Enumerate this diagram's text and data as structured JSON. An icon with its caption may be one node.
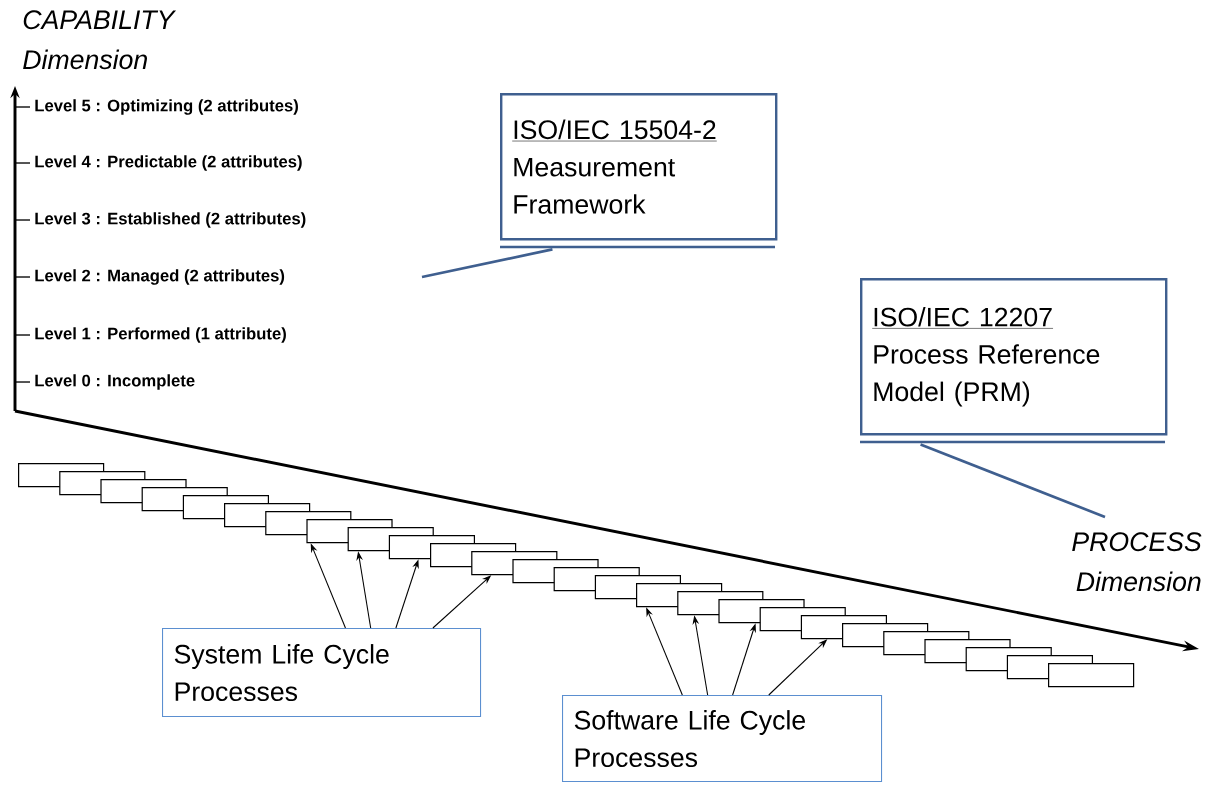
{
  "diagram": {
    "nodes": [
      {
        "text": [
          "ISO/IEC 15504-2",
          "Measurement Framework"
        ]
      },
      {
        "text": [
          "ISO/IEC 12207",
          "Process Reference Model (PRM)"
        ]
      },
      {
        "text": [
          "System Life Cycle Processes"
        ]
      },
      {
        "text": [
          "Software Life Cycle Processes"
        ]
      },
      {
        "text": [],
        "shape": "box"
      },
      {
        "text": [],
        "shape": "box"
      },
      {
        "text": [],
        "shape": "box"
      },
      {
        "text": [],
        "shape": "box"
      },
      {
        "text": [],
        "shape": "box"
      },
      {
        "text": [],
        "shape": "box"
      },
      {
        "text": [],
        "shape": "box"
      },
      {
        "text": [],
        "shape": "box"
      },
      {
        "text": [],
        "shape": "box"
      },
      {
        "text": [],
        "shape": "box"
      },
      {
        "text": [],
        "shape": "box"
      },
      {
        "text": [],
        "shape": "box"
      },
      {
        "text": [],
        "shape": "box"
      },
      {
        "text": [],
        "shape": "box"
      },
      {
        "text": [],
        "shape": "box"
      },
      {
        "text": [],
        "shape": "box"
      },
      {
        "text": [],
        "shape": "box"
      },
      {
        "text": [],
        "shape": "box"
      },
      {
        "text": [],
        "shape": "box"
      },
      {
        "text": [],
        "shape": "box"
      },
      {
        "text": [],
        "shape": "box"
      },
      {
        "text": [],
        "shape": "box"
      },
      {
        "text": [],
        "shape": "box"
      },
      {
        "text": [],
        "shape": "box"
      },
      {
        "text": [],
        "shape": "box"
      },
      {
        "text": [],
        "shape": "box"
      }
    ],
    "edges": [
      {
        "from": 0,
        "to": null,
        "arrow": "none",
        "color": "#3f5f8f"
      },
      {
        "from": 1,
        "to": null,
        "arrow": "none",
        "color": "#3f5f8f"
      },
      {
        "from": 2,
        "to": 11,
        "arrow": "to"
      },
      {
        "from": 2,
        "to": 12,
        "arrow": "to"
      },
      {
        "from": 2,
        "to": 13,
        "arrow": "to"
      },
      {
        "from": 2,
        "to": 15,
        "arrow": "to"
      },
      {
        "from": 3,
        "to": 19,
        "arrow": "to"
      },
      {
        "from": 3,
        "to": 20,
        "arrow": "to"
      },
      {
        "from": 3,
        "to": 21,
        "arrow": "to"
      },
      {
        "from": 3,
        "to": 23,
        "arrow": "to"
      }
    ],
    "labels": [
      "CAPABILITY Dimension",
      "Level 5 : Optimizing (2 attributes)",
      "Level 4 : Predictable (2 attributes)",
      "Level 3 : Established (2 attributes)",
      "Level 2 : Managed (2 attributes)",
      "Level 1 : Performed (1 attribute)",
      "Level 0 : Incomplete",
      "PROCESS Dimension"
    ]
  }
}
